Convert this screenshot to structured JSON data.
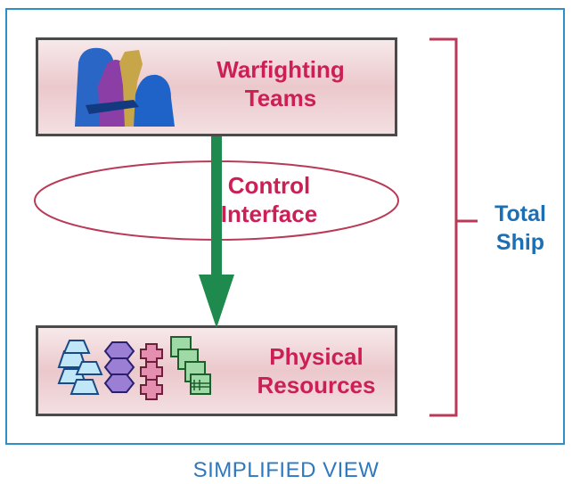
{
  "diagram": {
    "top_box": {
      "line1": "Warfighting",
      "line2": "Teams"
    },
    "ellipse": {
      "line1": "Control",
      "line2": "Interface"
    },
    "bottom_box": {
      "line1": "Physical",
      "line2": "Resources"
    },
    "bracket_label": {
      "line1": "Total",
      "line2": "Ship"
    },
    "caption": "SIMPLIFIED VIEW"
  },
  "colors": {
    "frame": "#2e8fc6",
    "label_red": "#cc1f55",
    "label_blue": "#1d6fb5",
    "arrow": "#1f8a4e",
    "bracket": "#b83a57",
    "box_fill": "#ebc8cc"
  },
  "icons": [
    "people-figures-icon",
    "resource-shapes-icon"
  ]
}
